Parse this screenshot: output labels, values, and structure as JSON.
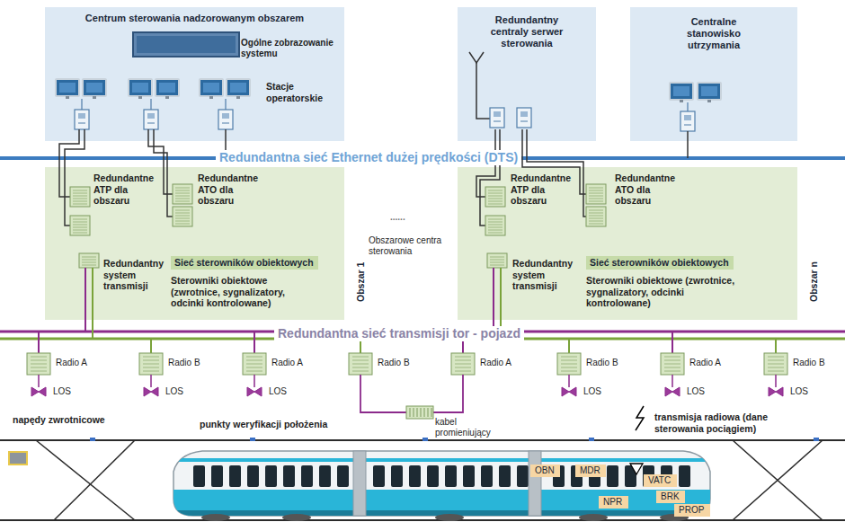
{
  "diagram": {
    "nodes": [
      {
        "text": [
          "Centrum sterowania nadzorowanym obszarem"
        ]
      },
      {
        "text": [
          "Redundantny centraly serwer sterowania"
        ]
      },
      {
        "text": [
          "Centralne stanowisko utrzymania"
        ]
      },
      {
        "text": [
          "Obszar 1"
        ]
      },
      {
        "text": [
          "Sieć sterowników obiektowych"
        ],
        "in": 3
      },
      {
        "text": [
          "Obszar n"
        ]
      },
      {
        "text": [
          "Sieć sterowników obiektowych"
        ],
        "in": 5
      },
      {
        "text": [
          "OBN"
        ]
      },
      {
        "text": [
          "MDR"
        ]
      },
      {
        "text": [
          "VATC"
        ]
      },
      {
        "text": [
          "BRK"
        ]
      },
      {
        "text": [
          "PROP"
        ]
      },
      {
        "text": [
          "NPR"
        ]
      }
    ],
    "labels": [
      "Ogólne zobrazowanie systemu",
      "Stacje operatorskie",
      "Redundantna sieć Ethernet dużej prędkości (DTS)",
      "Redundantne ATP dla obszaru",
      "Redundantne ATO dla obszaru",
      "Redundantny system transmisji",
      "Sterowniki obiektowe (zwrotnice, sygnalizatory, odcinki kontrolowane)",
      "......",
      "Obszarowe centra sterowania",
      "Redundantne ATP dla obszaru",
      "Redundantne ATO dla obszaru",
      "Redundantny system transmisji",
      "Sterowniki obiektowe (zwrotnice, sygnalizatory, odcinki kontrolowane)",
      "Redundantna sieć transmisji tor - pojazd",
      "Radio A",
      "LOS",
      "Radio B",
      "LOS",
      "Radio A",
      "LOS",
      "Radio B",
      "Radio A",
      "Radio B",
      "LOS",
      "Radio A",
      "LOS",
      "Radio B",
      "LOS",
      "kabel promieniujący",
      "napędy zwrotnicowe",
      "punkty weryfikacji położenia",
      "transmisja radiowa (dane sterowania pociągiem)"
    ]
  }
}
